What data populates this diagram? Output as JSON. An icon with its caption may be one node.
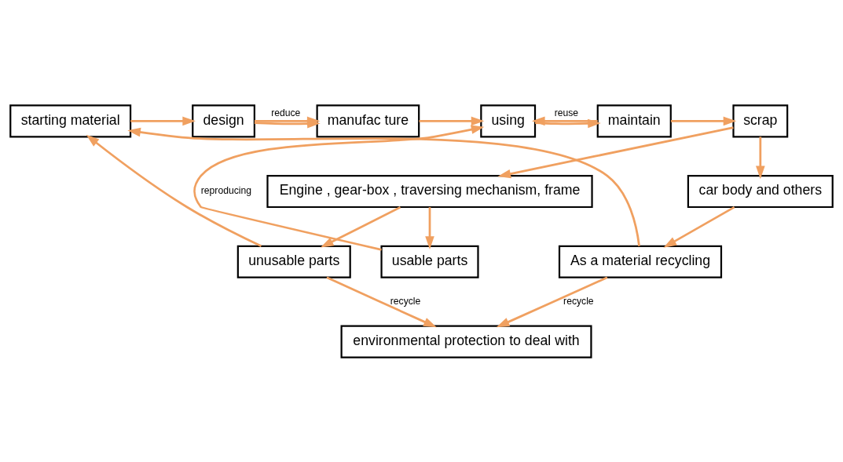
{
  "diagram": {
    "nodes": [
      {
        "text": [
          "starting material"
        ]
      },
      {
        "text": [
          "design"
        ]
      },
      {
        "text": [
          "manufac ture"
        ]
      },
      {
        "text": [
          "using"
        ]
      },
      {
        "text": [
          "maintain"
        ]
      },
      {
        "text": [
          "scrap"
        ]
      },
      {
        "text": [
          "usable parts"
        ]
      },
      {
        "text": [
          "Engine , gear-box , traversing mechanism, frame"
        ]
      },
      {
        "text": [
          "car body and others"
        ]
      },
      {
        "text": [
          "unusable parts"
        ]
      },
      {
        "text": [
          "environmental protection to deal with"
        ]
      },
      {
        "text": [
          "As a material recycling"
        ]
      }
    ],
    "edges": [
      {
        "from": 0,
        "to": 1,
        "arrow": "to"
      },
      {
        "from": 1,
        "to": 2,
        "arrow": "to"
      },
      {
        "from": 2,
        "to": 3,
        "arrow": "to"
      },
      {
        "from": 3,
        "to": 4,
        "arrow": "to"
      },
      {
        "from": 4,
        "to": 5,
        "arrow": "to"
      },
      {
        "from": 1,
        "to": 2,
        "arrow": "to",
        "label": "reduce"
      },
      {
        "from": 4,
        "to": 3,
        "arrow": "to",
        "label": "reuse"
      },
      {
        "from": 6,
        "to": 3,
        "arrow": "to",
        "label": "reproducing"
      },
      {
        "from": 5,
        "to": 7,
        "arrow": "to"
      },
      {
        "from": 5,
        "to": 8,
        "arrow": "to"
      },
      {
        "from": 7,
        "to": 6,
        "arrow": "to"
      },
      {
        "from": 7,
        "to": 9,
        "arrow": "to"
      },
      {
        "from": 8,
        "to": 11,
        "arrow": "to"
      },
      {
        "from": 9,
        "to": 10,
        "arrow": "to",
        "label": "recycle"
      },
      {
        "from": 11,
        "to": 10,
        "arrow": "to",
        "label": "recycle"
      },
      {
        "from": 9,
        "to": 0,
        "arrow": "to"
      },
      {
        "from": 11,
        "to": 0,
        "arrow": "to"
      }
    ]
  }
}
